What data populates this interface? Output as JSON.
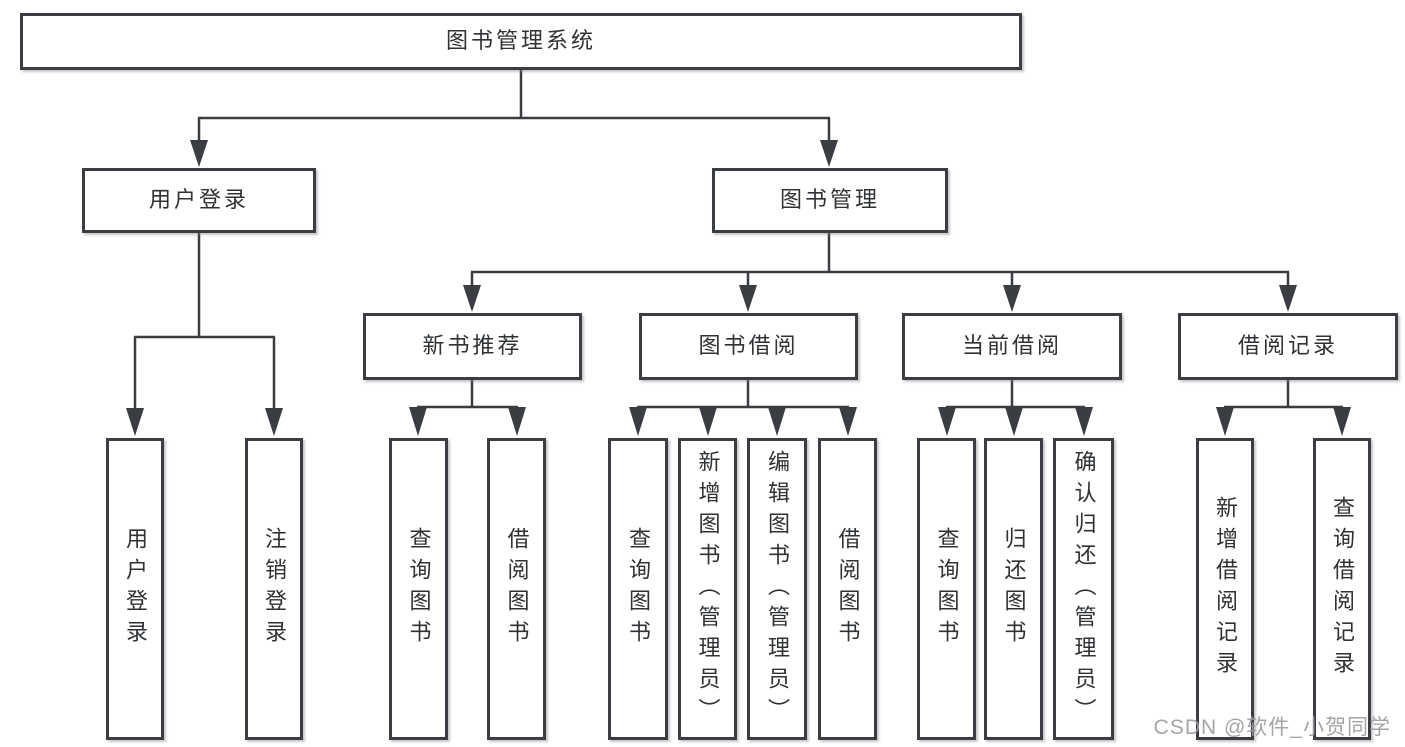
{
  "diagram_type": "hierarchy-tree",
  "colors": {
    "line": "#3a3d41",
    "text": "#2f3235",
    "box_background": "#ffffff",
    "watermark": "#9b9ba0"
  },
  "tree": {
    "label": "图书管理系统",
    "children": [
      {
        "label": "用户登录",
        "children": [
          {
            "label": "用户登录"
          },
          {
            "label": "注销登录"
          }
        ]
      },
      {
        "label": "图书管理",
        "children": [
          {
            "label": "新书推荐",
            "children": [
              {
                "label": "查询图书"
              },
              {
                "label": "借阅图书"
              }
            ]
          },
          {
            "label": "图书借阅",
            "children": [
              {
                "label": "查询图书"
              },
              {
                "label": "新增图书（管理员）"
              },
              {
                "label": "编辑图书（管理员）"
              },
              {
                "label": "借阅图书"
              }
            ]
          },
          {
            "label": "当前借阅",
            "children": [
              {
                "label": "查询图书"
              },
              {
                "label": "归还图书"
              },
              {
                "label": "确认归还（管理员）"
              }
            ]
          },
          {
            "label": "借阅记录",
            "children": [
              {
                "label": "新增借阅记录"
              },
              {
                "label": "查询借阅记录"
              }
            ]
          }
        ]
      }
    ]
  },
  "watermark": {
    "text": "CSDN @软件_小贺同学"
  }
}
